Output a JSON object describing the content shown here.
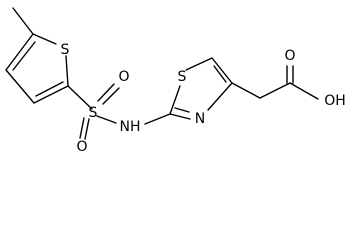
{
  "structure": {
    "atoms": {
      "thiophene_s": "S",
      "sulfonyl_s": "S",
      "sulfonyl_o_top": "O",
      "sulfonyl_o_bottom": "O",
      "amine_nh": "NH",
      "thiazole_s": "S",
      "thiazole_n": "N",
      "carbonyl_o": "O",
      "hydroxyl_oh": "OH"
    }
  }
}
